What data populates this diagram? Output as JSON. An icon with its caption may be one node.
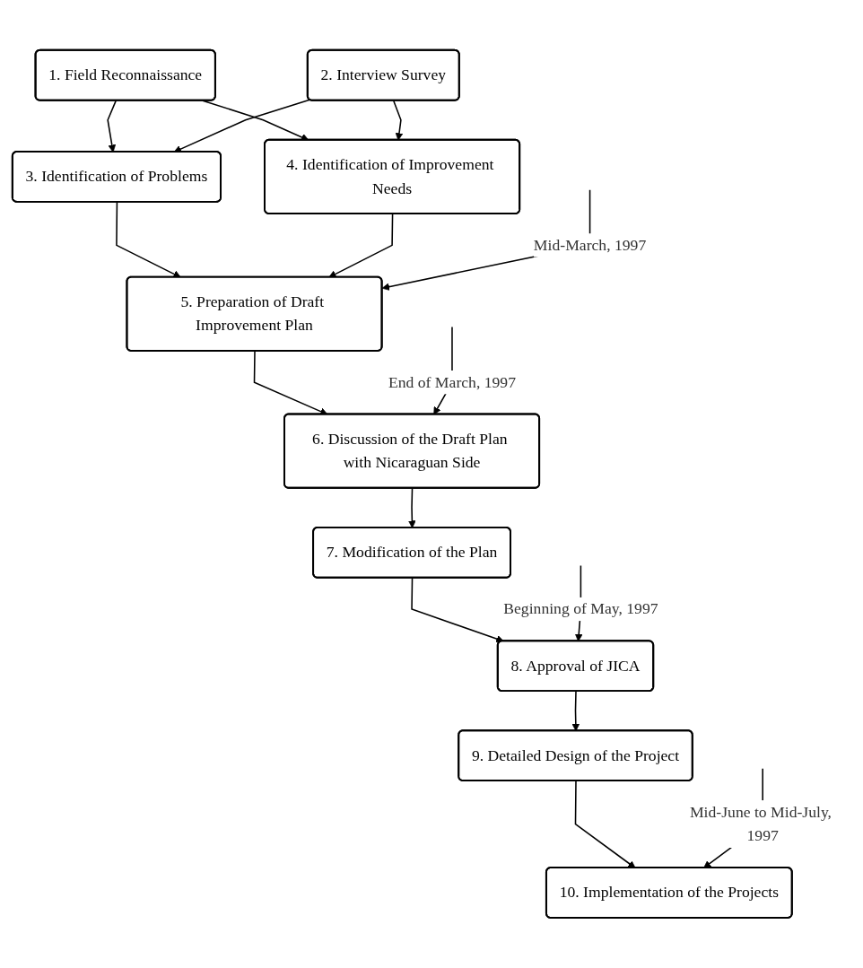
{
  "diagram": {
    "nodes": [
      {
        "text": [
          "1. Field Reconnaissance"
        ]
      },
      {
        "text": [
          "2. Interview Survey"
        ]
      },
      {
        "text": [
          "3. Identification of Problems"
        ]
      },
      {
        "text": [
          "4. Identification of Improvement Needs"
        ]
      },
      {
        "text": [
          "5. Preparation of Draft Improvement Plan"
        ]
      },
      {
        "text": [
          "6. Discussion of the Draft Plan with Nicaraguan Side"
        ]
      },
      {
        "text": [
          "7. Modification of the Plan"
        ]
      },
      {
        "text": [
          "8. Approval of JICA"
        ]
      },
      {
        "text": [
          "9. Detailed Design of the Project"
        ]
      },
      {
        "text": [
          "10. Implementation of the Projects"
        ]
      }
    ],
    "edges": [
      {
        "from": 0,
        "to": 2,
        "arrow": "to"
      },
      {
        "from": 0,
        "to": 3,
        "arrow": "to"
      },
      {
        "from": 1,
        "to": 2,
        "arrow": "to"
      },
      {
        "from": 1,
        "to": 3,
        "arrow": "to"
      },
      {
        "from": 2,
        "to": 4,
        "arrow": "to"
      },
      {
        "from": 3,
        "to": 4,
        "arrow": "to"
      },
      {
        "from": 4,
        "to": 5,
        "arrow": "to"
      },
      {
        "from": 5,
        "to": 6,
        "arrow": "to"
      },
      {
        "from": 6,
        "to": 7,
        "arrow": "to"
      },
      {
        "from": 7,
        "to": 8,
        "arrow": "to"
      },
      {
        "from": 8,
        "to": 9,
        "arrow": "to"
      },
      {
        "from": null,
        "to": 4,
        "arrow": "to",
        "label": "Mid-March, 1997"
      },
      {
        "from": null,
        "to": 5,
        "arrow": "to",
        "label": "End of March, 1997"
      },
      {
        "from": null,
        "to": 7,
        "arrow": "to",
        "label": "Beginning of May, 1997"
      },
      {
        "from": null,
        "to": 9,
        "arrow": "to",
        "label": "Mid-June to Mid-July, 1997"
      }
    ]
  }
}
